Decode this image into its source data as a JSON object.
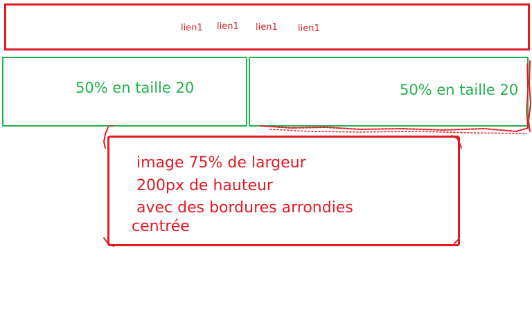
{
  "nav": {
    "links": [
      "lien1",
      "lien1",
      "lien1",
      "lien1"
    ]
  },
  "columns": {
    "left_text": "50% en taille 20",
    "right_text": "50% en taille 20"
  },
  "image_box": {
    "lines": [
      "image 75% de largeur",
      "200px de hauteur",
      "avec des bordures arrondies",
      "centrée"
    ]
  },
  "colors": {
    "red": "#e01b24",
    "green": "#22b14c"
  }
}
